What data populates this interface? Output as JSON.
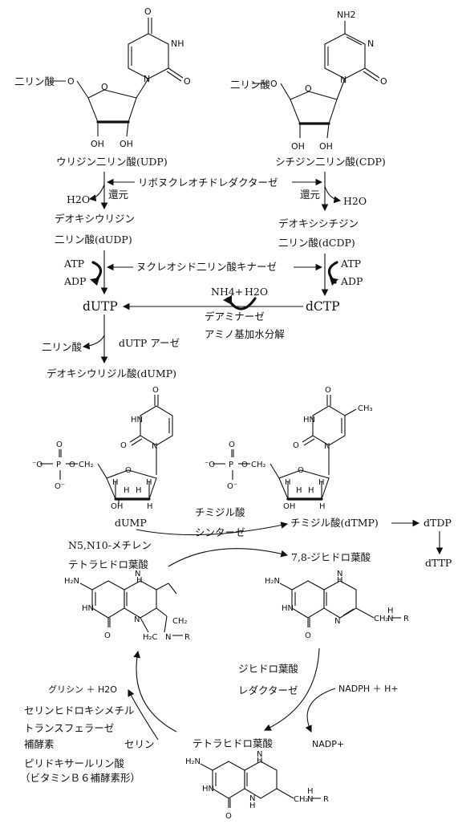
{
  "labels": {
    "udp_prefix": "二リン酸",
    "cdp_prefix": "二リン酸",
    "oh": "OH",
    "nh2": "NH2",
    "udp_name": "ウリジン二リン酸(UDP)",
    "cdp_name": "シチジン二リン酸(CDP)",
    "rnr_enzyme": "リボヌクレオチドレダクターゼ",
    "reduction": "還元",
    "h2o": "H2O",
    "dudp_name_1": "デオキシウリジン",
    "dudp_name_2": "二リン酸(dUDP)",
    "dcdp_name_1": "デオキシシチジン",
    "dcdp_name_2": "二リン酸(dCDP)",
    "atp": "ATP",
    "adp": "ADP",
    "ndk_enzyme": "ヌクレオシド二リン酸キナーゼ",
    "nh4": "NH4+",
    "dutp": "dUTP",
    "dctp": "dCTP",
    "deaminase": "デアミナーゼ",
    "amino_hydrolysis": "アミノ基加水分解",
    "diphosphate": "二リン酸",
    "dutpase": "dUTP アーゼ",
    "dump_name": "デオキシウリジル酸(dUMP)",
    "dump_short": "dUMP",
    "ts_enzyme_1": "チミジル酸",
    "ts_enzyme_2": "シンターゼ",
    "dtmp_name": "チミジル酸(dTMP)",
    "dtdp": "dTDP",
    "dttp": "dTTP",
    "methylene_thf_1": "N5,N10-メチレン",
    "methylene_thf_2": "テトラヒドロ葉酸",
    "dhf": "7,8-ジヒドロ葉酸",
    "dhfr_1": "ジヒドロ葉酸",
    "dhfr_2": "レダクターゼ",
    "nadph": "NADPH ＋ H+",
    "nadp": "NADP+",
    "thf": "テトラヒドロ葉酸",
    "glycine": "グリシン ＋ H2O",
    "shmt_1": "セリンヒドロキシメチル",
    "shmt_2": "トランスフェラーゼ",
    "serine": "セリン",
    "coenzyme": "補酵素",
    "plp_1": "ピリドキサールリン酸",
    "plp_2": "（ビタミンＢ６補酵素形）"
  },
  "colors": {
    "ink": "#111111",
    "background": "#ffffff"
  }
}
